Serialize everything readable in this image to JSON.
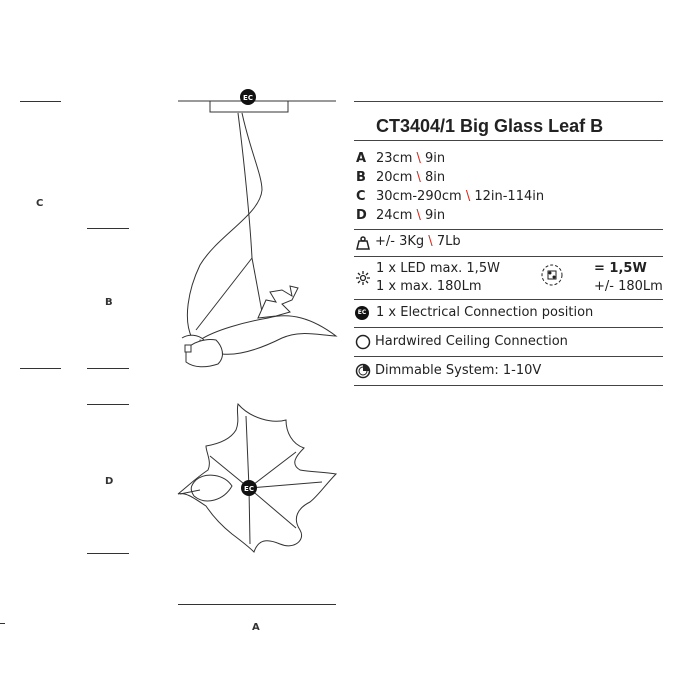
{
  "dimension_labels": {
    "c": "C",
    "b": "B",
    "d": "D",
    "a": "A"
  },
  "drawing": {
    "ec_badge": "EC"
  },
  "spec": {
    "title": "CT3404/1 Big Glass Leaf B",
    "dimensions": [
      {
        "key": "A",
        "metric": "23cm",
        "sep": "\\",
        "imperial": "9in"
      },
      {
        "key": "B",
        "metric": "20cm",
        "sep": "\\",
        "imperial": "8in"
      },
      {
        "key": "C",
        "metric": "30cm-290cm",
        "sep": "\\",
        "imperial": "12in-114in"
      },
      {
        "key": "D",
        "metric": "24cm",
        "sep": "\\",
        "imperial": "9in"
      }
    ],
    "weight": {
      "prefix": "+/- 3Kg",
      "sep": "\\",
      "imperial": "7Lb"
    },
    "led": {
      "line1": "1 x LED max. 1,5W",
      "line2": "1 x max. 180Lm",
      "total_power": "= 1,5W",
      "total_lumen": "+/- 180Lm"
    },
    "connection": {
      "badge": "EC",
      "text": "1 x Electrical Connection position"
    },
    "hardwired": {
      "text": "Hardwired Ceiling Connection"
    },
    "dimmable": {
      "text": "Dimmable System: 1-10V"
    },
    "accent_color": "#d12c1f"
  }
}
